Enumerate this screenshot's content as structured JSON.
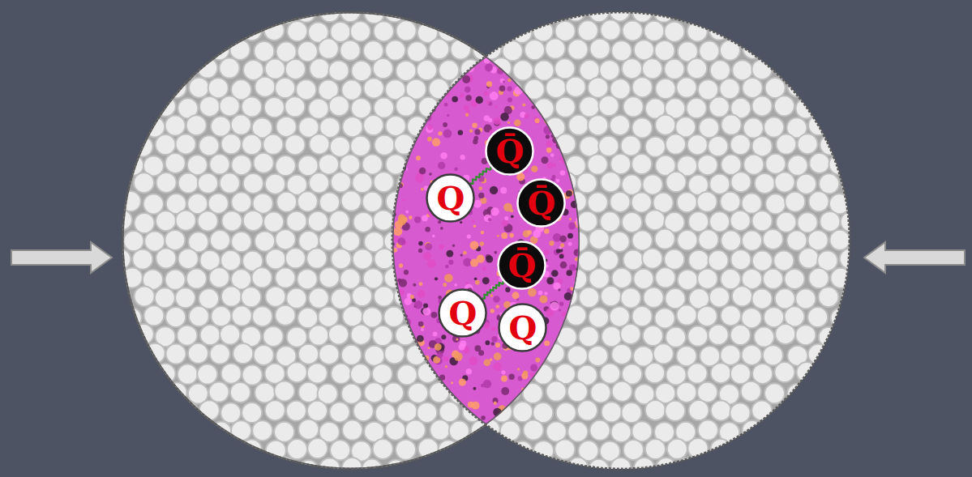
{
  "diagram": {
    "nodes": [
      {
        "text": [
          "Q̄"
        ]
      },
      {
        "text": [
          "Q"
        ]
      },
      {
        "text": [
          "Q̄"
        ]
      },
      {
        "text": [
          "Q̄"
        ]
      },
      {
        "text": [
          "Q"
        ]
      },
      {
        "text": [
          "Q"
        ]
      }
    ],
    "edges": [
      {
        "from": 1,
        "to": 0,
        "arrow": "none"
      },
      {
        "from": 4,
        "to": 3,
        "arrow": "none"
      }
    ]
  }
}
